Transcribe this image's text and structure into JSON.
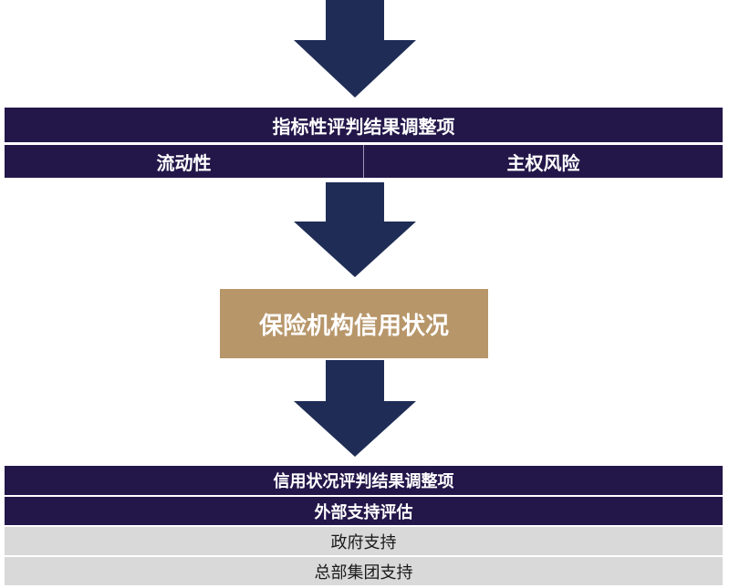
{
  "colors": {
    "dark_bar": "#23174a",
    "arrow": "#1f2d56",
    "center_box": "#b7966a",
    "light_bar": "#d9d9d9"
  },
  "top_section": {
    "header": "指标性评判结果调整项",
    "left_item": "流动性",
    "right_item": "主权风险"
  },
  "center": {
    "label": "保险机构信用状况"
  },
  "bottom_section": {
    "header": "信用状况评判结果调整项",
    "subheader": "外部支持评估",
    "items": [
      "政府支持",
      "总部集团支持"
    ]
  }
}
